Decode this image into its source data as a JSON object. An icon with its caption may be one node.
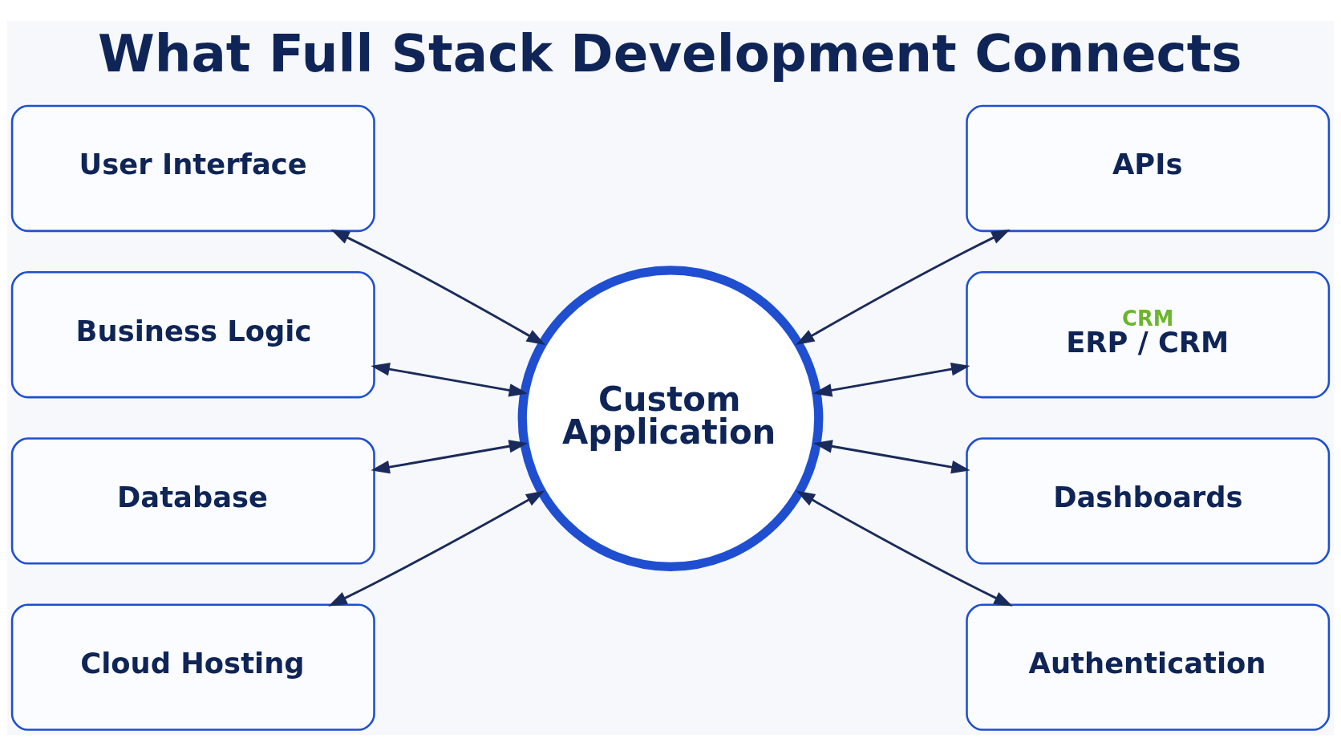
{
  "diagram": {
    "title": "What Full Stack Development Connects",
    "nodes": [
      {
        "text": [
          "User Interface"
        ]
      },
      {
        "text": [
          "APIs"
        ]
      },
      {
        "text": [
          "Business Logic"
        ]
      },
      {
        "text": [
          "CRM",
          "ERP / CRM"
        ]
      },
      {
        "text": [
          "Custom Application"
        ]
      },
      {
        "text": [
          "Database"
        ]
      },
      {
        "text": [
          "Dashboards"
        ]
      },
      {
        "text": [
          "Cloud Hosting"
        ]
      },
      {
        "text": [
          "Authentication"
        ]
      }
    ],
    "edges": [
      {
        "from": 0,
        "to": 4,
        "arrow": "both"
      },
      {
        "from": 4,
        "to": 1,
        "arrow": "both"
      },
      {
        "from": 2,
        "to": 4,
        "arrow": "both"
      },
      {
        "from": 4,
        "to": 3,
        "arrow": "both"
      },
      {
        "from": 5,
        "to": 4,
        "arrow": "both"
      },
      {
        "from": 4,
        "to": 6,
        "arrow": "both"
      },
      {
        "from": 7,
        "to": 4,
        "arrow": "both"
      },
      {
        "from": 4,
        "to": 8,
        "arrow": "both"
      }
    ]
  }
}
